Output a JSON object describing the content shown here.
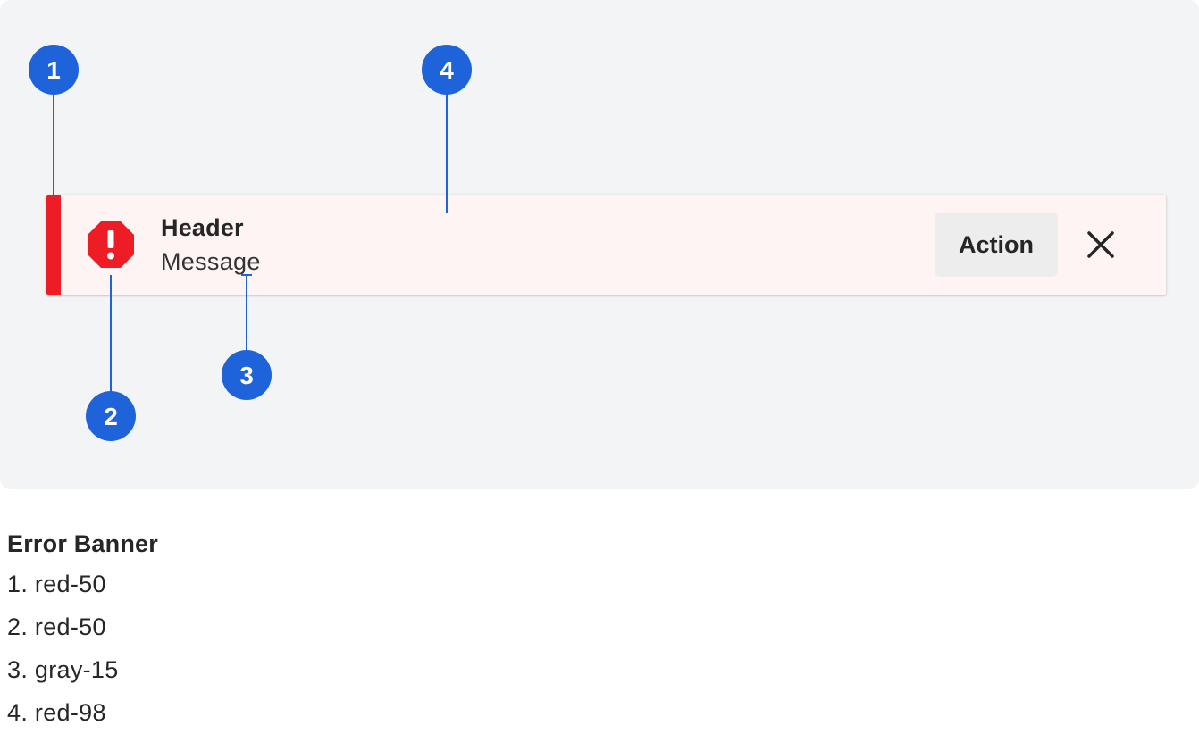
{
  "colors": {
    "canvas_background": "#f3f4f6",
    "banner_background": "#fff4f4",
    "accent": "#ee1d25",
    "callout": "#1f63db",
    "action_background": "#ededed",
    "text": "#262626"
  },
  "banner": {
    "header": "Header",
    "message": "Message",
    "action_label": "Action",
    "icon": "alert-octagon-icon",
    "close_icon": "close-icon"
  },
  "callouts": [
    {
      "number": "1"
    },
    {
      "number": "2"
    },
    {
      "number": "3"
    },
    {
      "number": "4"
    }
  ],
  "legend": {
    "title": "Error Banner",
    "items": [
      "1. red-50",
      "2. red-50",
      "3. gray-15",
      "4. red-98"
    ]
  }
}
